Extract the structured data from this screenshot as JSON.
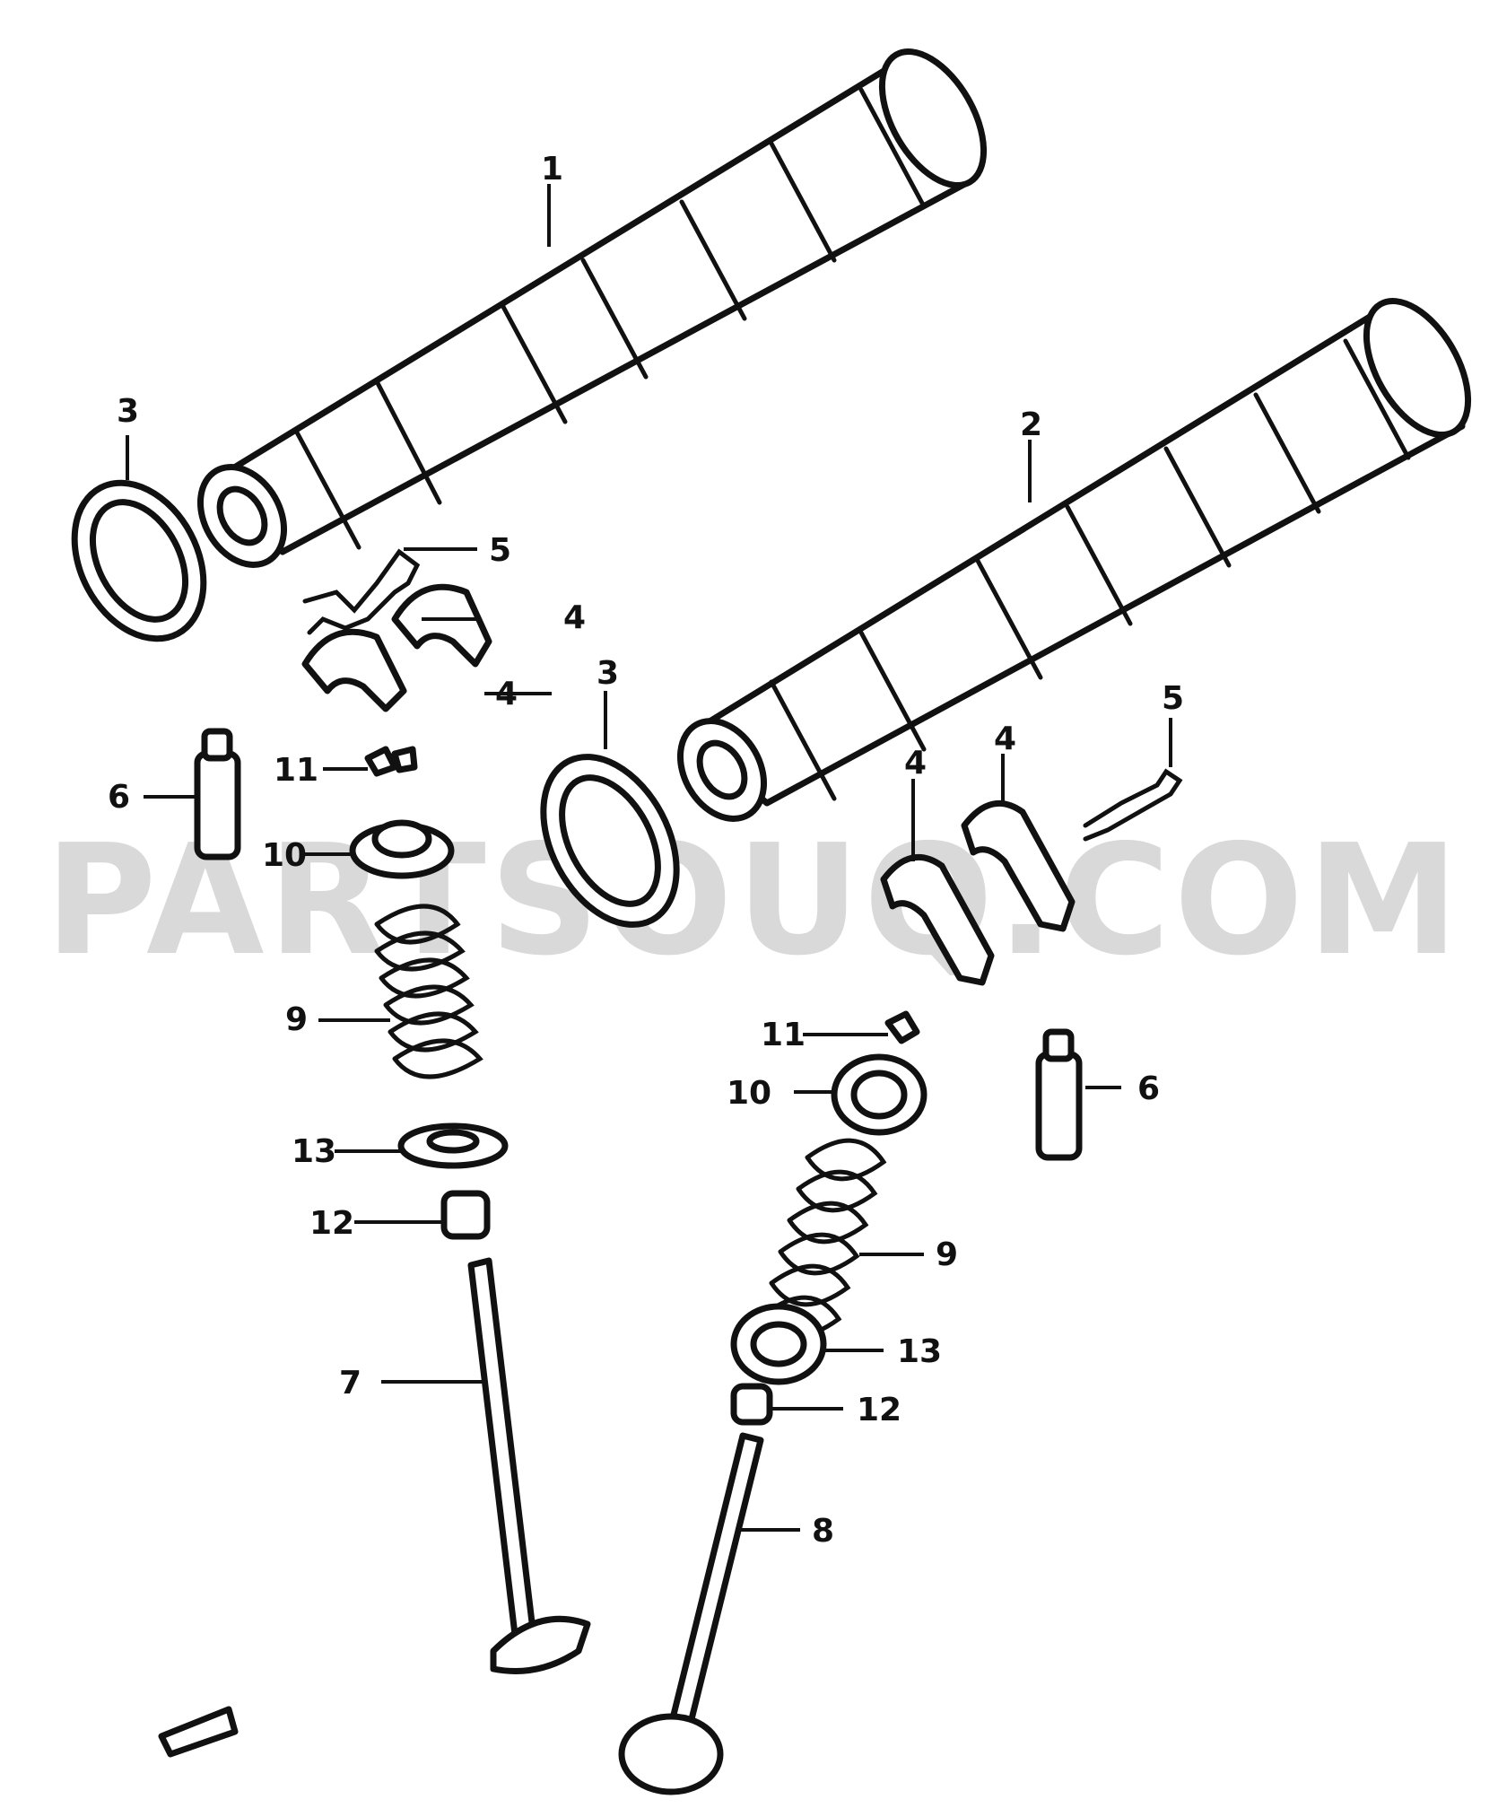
{
  "watermark": "PARTSOUQ.COM",
  "callouts": [
    {
      "id": "c1a",
      "text": "1"
    },
    {
      "id": "c2a",
      "text": "2"
    },
    {
      "id": "c3a",
      "text": "3"
    },
    {
      "id": "c3b",
      "text": "3"
    },
    {
      "id": "c4a",
      "text": "4"
    },
    {
      "id": "c4b",
      "text": "4"
    },
    {
      "id": "c4c",
      "text": "4"
    },
    {
      "id": "c4d",
      "text": "4"
    },
    {
      "id": "c5a",
      "text": "5"
    },
    {
      "id": "c5b",
      "text": "5"
    },
    {
      "id": "c6a",
      "text": "6"
    },
    {
      "id": "c6b",
      "text": "6"
    },
    {
      "id": "c7a",
      "text": "7"
    },
    {
      "id": "c8a",
      "text": "8"
    },
    {
      "id": "c9a",
      "text": "9"
    },
    {
      "id": "c9b",
      "text": "9"
    },
    {
      "id": "c10a",
      "text": "10"
    },
    {
      "id": "c10b",
      "text": "10"
    },
    {
      "id": "c11a",
      "text": "11"
    },
    {
      "id": "c11b",
      "text": "11"
    },
    {
      "id": "c12a",
      "text": "12"
    },
    {
      "id": "c12b",
      "text": "12"
    },
    {
      "id": "c13a",
      "text": "13"
    },
    {
      "id": "c13b",
      "text": "13"
    }
  ]
}
